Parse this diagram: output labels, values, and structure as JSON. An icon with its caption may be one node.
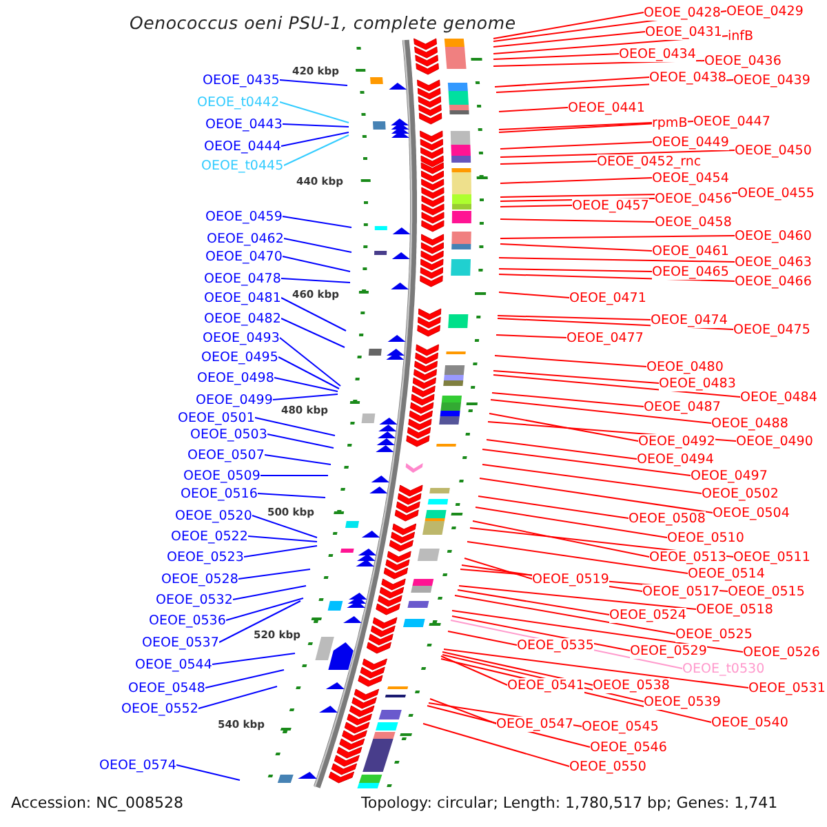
{
  "diagram": {
    "title": "Oenococcus oeni PSU-1, complete genome",
    "nodes": [
      {
        "text": [
          "OEOE_0435"
        ]
      },
      {
        "text": [
          "OEOE_t0442"
        ]
      },
      {
        "text": [
          "OEOE_0443"
        ]
      },
      {
        "text": [
          "OEOE_0444"
        ]
      },
      {
        "text": [
          "OEOE_t0445"
        ]
      },
      {
        "text": [
          "OEOE_0459"
        ]
      },
      {
        "text": [
          "OEOE_0462"
        ]
      },
      {
        "text": [
          "OEOE_0470"
        ]
      },
      {
        "text": [
          "OEOE_0478"
        ]
      },
      {
        "text": [
          "OEOE_0481"
        ]
      },
      {
        "text": [
          "OEOE_0482"
        ]
      },
      {
        "text": [
          "OEOE_0493"
        ]
      },
      {
        "text": [
          "OEOE_0495"
        ]
      },
      {
        "text": [
          "OEOE_0498"
        ]
      },
      {
        "text": [
          "OEOE_0499"
        ]
      },
      {
        "text": [
          "OEOE_0501"
        ]
      },
      {
        "text": [
          "OEOE_0503"
        ]
      },
      {
        "text": [
          "OEOE_0507"
        ]
      },
      {
        "text": [
          "OEOE_0509"
        ]
      },
      {
        "text": [
          "OEOE_0516"
        ]
      },
      {
        "text": [
          "OEOE_0520"
        ]
      },
      {
        "text": [
          "OEOE_0522"
        ]
      },
      {
        "text": [
          "OEOE_0523"
        ]
      },
      {
        "text": [
          "OEOE_0528"
        ]
      },
      {
        "text": [
          "OEOE_0532"
        ]
      },
      {
        "text": [
          "OEOE_0536"
        ]
      },
      {
        "text": [
          "OEOE_0537"
        ]
      },
      {
        "text": [
          "OEOE_0544"
        ]
      },
      {
        "text": [
          "OEOE_0548"
        ]
      },
      {
        "text": [
          "OEOE_0552"
        ]
      },
      {
        "text": [
          "OEOE_0574"
        ]
      },
      {
        "text": [
          "OEOE_0428"
        ]
      },
      {
        "text": [
          "OEOE_0429"
        ]
      },
      {
        "text": [
          "OEOE_0431"
        ]
      },
      {
        "text": [
          "infB"
        ]
      },
      {
        "text": [
          "OEOE_0434"
        ]
      },
      {
        "text": [
          "OEOE_0436"
        ]
      },
      {
        "text": [
          "OEOE_0438"
        ]
      },
      {
        "text": [
          "OEOE_0439"
        ]
      },
      {
        "text": [
          "OEOE_0441"
        ]
      },
      {
        "text": [
          "rpmB"
        ]
      },
      {
        "text": [
          "OEOE_0447"
        ]
      },
      {
        "text": [
          "OEOE_0449"
        ]
      },
      {
        "text": [
          "OEOE_0450"
        ]
      },
      {
        "text": [
          "OEOE_0452_rnc"
        ]
      },
      {
        "text": [
          "OEOE_0454"
        ]
      },
      {
        "text": [
          "OEOE_0455"
        ]
      },
      {
        "text": [
          "OEOE_0456"
        ]
      },
      {
        "text": [
          "OEOE_0457"
        ]
      },
      {
        "text": [
          "OEOE_0458"
        ]
      },
      {
        "text": [
          "OEOE_0460"
        ]
      },
      {
        "text": [
          "OEOE_0461"
        ]
      },
      {
        "text": [
          "OEOE_0463"
        ]
      },
      {
        "text": [
          "OEOE_0465"
        ]
      },
      {
        "text": [
          "OEOE_0466"
        ]
      },
      {
        "text": [
          "OEOE_0471"
        ]
      },
      {
        "text": [
          "OEOE_0474"
        ]
      },
      {
        "text": [
          "OEOE_0475"
        ]
      },
      {
        "text": [
          "OEOE_0477"
        ]
      },
      {
        "text": [
          "OEOE_0480"
        ]
      },
      {
        "text": [
          "OEOE_0483"
        ]
      },
      {
        "text": [
          "OEOE_0484"
        ]
      },
      {
        "text": [
          "OEOE_0487"
        ]
      },
      {
        "text": [
          "OEOE_0488"
        ]
      },
      {
        "text": [
          "OEOE_0492"
        ]
      },
      {
        "text": [
          "OEOE_0490"
        ]
      },
      {
        "text": [
          "OEOE_0494"
        ]
      },
      {
        "text": [
          "OEOE_0497"
        ]
      },
      {
        "text": [
          "OEOE_0502"
        ]
      },
      {
        "text": [
          "OEOE_0504"
        ]
      },
      {
        "text": [
          "OEOE_0508"
        ]
      },
      {
        "text": [
          "OEOE_0510"
        ]
      },
      {
        "text": [
          "OEOE_0513"
        ]
      },
      {
        "text": [
          "OEOE_0511"
        ]
      },
      {
        "text": [
          "OEOE_0514"
        ]
      },
      {
        "text": [
          "OEOE_0519"
        ]
      },
      {
        "text": [
          "OEOE_0517"
        ]
      },
      {
        "text": [
          "OEOE_0515"
        ]
      },
      {
        "text": [
          "OEOE_0518"
        ]
      },
      {
        "text": [
          "OEOE_0524"
        ]
      },
      {
        "text": [
          "OEOE_0525"
        ]
      },
      {
        "text": [
          "OEOE_0526"
        ]
      },
      {
        "text": [
          "OEOE_0535"
        ]
      },
      {
        "text": [
          "OEOE_0529"
        ]
      },
      {
        "text": [
          "OEOE_t0530"
        ]
      },
      {
        "text": [
          "OEOE_0531"
        ]
      },
      {
        "text": [
          "OEOE_0541"
        ]
      },
      {
        "text": [
          "OEOE_0538"
        ]
      },
      {
        "text": [
          "OEOE_0539"
        ]
      },
      {
        "text": [
          "OEOE_0540"
        ]
      },
      {
        "text": [
          "OEOE_0547"
        ]
      },
      {
        "text": [
          "OEOE_0545"
        ]
      },
      {
        "text": [
          "OEOE_0546"
        ]
      },
      {
        "text": [
          "OEOE_0550"
        ]
      }
    ],
    "edges": [
      {
        "from": 0,
        "to": null,
        "arrow": "none",
        "color": "#0000ff"
      },
      {
        "from": 1,
        "to": null,
        "arrow": "none",
        "color": "#33ccff"
      },
      {
        "from": 2,
        "to": null,
        "arrow": "none",
        "color": "#0000ff"
      },
      {
        "from": 3,
        "to": null,
        "arrow": "none",
        "color": "#0000ff"
      },
      {
        "from": 4,
        "to": null,
        "arrow": "none",
        "color": "#33ccff"
      },
      {
        "from": 5,
        "to": null,
        "arrow": "none",
        "color": "#0000ff"
      },
      {
        "from": 6,
        "to": null,
        "arrow": "none",
        "color": "#0000ff"
      },
      {
        "from": 7,
        "to": null,
        "arrow": "none",
        "color": "#0000ff"
      },
      {
        "from": 8,
        "to": null,
        "arrow": "none",
        "color": "#0000ff"
      },
      {
        "from": 9,
        "to": null,
        "arrow": "none",
        "color": "#0000ff"
      },
      {
        "from": 10,
        "to": null,
        "arrow": "none",
        "color": "#0000ff"
      },
      {
        "from": 11,
        "to": null,
        "arrow": "none",
        "color": "#0000ff"
      },
      {
        "from": 12,
        "to": null,
        "arrow": "none",
        "color": "#0000ff"
      },
      {
        "from": 13,
        "to": null,
        "arrow": "none",
        "color": "#0000ff"
      },
      {
        "from": 14,
        "to": null,
        "arrow": "none",
        "color": "#0000ff"
      },
      {
        "from": 15,
        "to": null,
        "arrow": "none",
        "color": "#0000ff"
      },
      {
        "from": 16,
        "to": null,
        "arrow": "none",
        "color": "#0000ff"
      },
      {
        "from": 17,
        "to": null,
        "arrow": "none",
        "color": "#0000ff"
      },
      {
        "from": 18,
        "to": null,
        "arrow": "none",
        "color": "#0000ff"
      },
      {
        "from": 19,
        "to": null,
        "arrow": "none",
        "color": "#0000ff"
      },
      {
        "from": 20,
        "to": null,
        "arrow": "none",
        "color": "#0000ff"
      },
      {
        "from": 21,
        "to": null,
        "arrow": "none",
        "color": "#0000ff"
      },
      {
        "from": 22,
        "to": null,
        "arrow": "none",
        "color": "#0000ff"
      },
      {
        "from": 23,
        "to": null,
        "arrow": "none",
        "color": "#0000ff"
      },
      {
        "from": 24,
        "to": null,
        "arrow": "none",
        "color": "#0000ff"
      },
      {
        "from": 25,
        "to": null,
        "arrow": "none",
        "color": "#0000ff"
      },
      {
        "from": 26,
        "to": null,
        "arrow": "none",
        "color": "#0000ff"
      },
      {
        "from": 27,
        "to": null,
        "arrow": "none",
        "color": "#0000ff"
      },
      {
        "from": 28,
        "to": null,
        "arrow": "none",
        "color": "#0000ff"
      },
      {
        "from": 29,
        "to": null,
        "arrow": "none",
        "color": "#0000ff"
      },
      {
        "from": 30,
        "to": null,
        "arrow": "none",
        "color": "#0000ff"
      },
      {
        "from": 31,
        "to": null,
        "arrow": "none"
      },
      {
        "from": 32,
        "to": null,
        "arrow": "none"
      },
      {
        "from": 33,
        "to": null,
        "arrow": "none"
      },
      {
        "from": 34,
        "to": null,
        "arrow": "none"
      },
      {
        "from": 35,
        "to": null,
        "arrow": "none"
      },
      {
        "from": 36,
        "to": null,
        "arrow": "none"
      },
      {
        "from": 37,
        "to": null,
        "arrow": "none"
      },
      {
        "from": 38,
        "to": null,
        "arrow": "none"
      },
      {
        "from": 39,
        "to": null,
        "arrow": "none"
      },
      {
        "from": 40,
        "to": null,
        "arrow": "none"
      },
      {
        "from": 41,
        "to": null,
        "arrow": "none"
      },
      {
        "from": 42,
        "to": null,
        "arrow": "none"
      },
      {
        "from": 43,
        "to": null,
        "arrow": "none"
      },
      {
        "from": 44,
        "to": null,
        "arrow": "none"
      },
      {
        "from": 45,
        "to": null,
        "arrow": "none"
      },
      {
        "from": 46,
        "to": null,
        "arrow": "none"
      },
      {
        "from": 47,
        "to": null,
        "arrow": "none"
      },
      {
        "from": 48,
        "to": null,
        "arrow": "none"
      },
      {
        "from": 49,
        "to": null,
        "arrow": "none"
      },
      {
        "from": 50,
        "to": null,
        "arrow": "none"
      },
      {
        "from": 51,
        "to": null,
        "arrow": "none"
      },
      {
        "from": 52,
        "to": null,
        "arrow": "none"
      },
      {
        "from": 53,
        "to": null,
        "arrow": "none"
      },
      {
        "from": 54,
        "to": null,
        "arrow": "none"
      },
      {
        "from": 55,
        "to": null,
        "arrow": "none"
      },
      {
        "from": 56,
        "to": null,
        "arrow": "none"
      },
      {
        "from": 57,
        "to": null,
        "arrow": "none"
      },
      {
        "from": 58,
        "to": null,
        "arrow": "none"
      },
      {
        "from": 59,
        "to": null,
        "arrow": "none"
      },
      {
        "from": 60,
        "to": null,
        "arrow": "none"
      },
      {
        "from": 61,
        "to": null,
        "arrow": "none"
      },
      {
        "from": 62,
        "to": null,
        "arrow": "none"
      },
      {
        "from": 63,
        "to": null,
        "arrow": "none"
      },
      {
        "from": 64,
        "to": null,
        "arrow": "none"
      },
      {
        "from": 65,
        "to": null,
        "arrow": "none"
      },
      {
        "from": 66,
        "to": null,
        "arrow": "none"
      },
      {
        "from": 67,
        "to": null,
        "arrow": "none"
      },
      {
        "from": 68,
        "to": null,
        "arrow": "none"
      },
      {
        "from": 69,
        "to": null,
        "arrow": "none"
      },
      {
        "from": 70,
        "to": null,
        "arrow": "none"
      },
      {
        "from": 71,
        "to": null,
        "arrow": "none"
      },
      {
        "from": 72,
        "to": null,
        "arrow": "none"
      },
      {
        "from": 73,
        "to": null,
        "arrow": "none"
      },
      {
        "from": 74,
        "to": null,
        "arrow": "none"
      },
      {
        "from": 75,
        "to": null,
        "arrow": "none"
      },
      {
        "from": 76,
        "to": null,
        "arrow": "none"
      },
      {
        "from": 77,
        "to": null,
        "arrow": "none"
      },
      {
        "from": 78,
        "to": null,
        "arrow": "none"
      },
      {
        "from": 79,
        "to": null,
        "arrow": "none"
      },
      {
        "from": 80,
        "to": null,
        "arrow": "none"
      },
      {
        "from": 81,
        "to": null,
        "arrow": "none"
      },
      {
        "from": 82,
        "to": null,
        "arrow": "none"
      },
      {
        "from": 83,
        "to": null,
        "arrow": "none"
      },
      {
        "from": 84,
        "to": null,
        "arrow": "none",
        "color": "#ff99cc"
      },
      {
        "from": 85,
        "to": null,
        "arrow": "none"
      },
      {
        "from": 86,
        "to": null,
        "arrow": "none"
      },
      {
        "from": 87,
        "to": null,
        "arrow": "none"
      },
      {
        "from": 88,
        "to": null,
        "arrow": "none"
      },
      {
        "from": 89,
        "to": null,
        "arrow": "none"
      },
      {
        "from": 90,
        "to": null,
        "arrow": "none"
      },
      {
        "from": 91,
        "to": null,
        "arrow": "none"
      },
      {
        "from": 92,
        "to": null,
        "arrow": "none"
      },
      {
        "from": 93,
        "to": null,
        "arrow": "none"
      }
    ],
    "labels": [
      "420 kbp",
      "440 kbp",
      "460 kbp",
      "480 kbp",
      "500 kbp",
      "520 kbp",
      "540 kbp",
      "Accession: NC_008528",
      "Topology: circular; Length: 1,780,517 bp; Genes: 1,741"
    ]
  }
}
